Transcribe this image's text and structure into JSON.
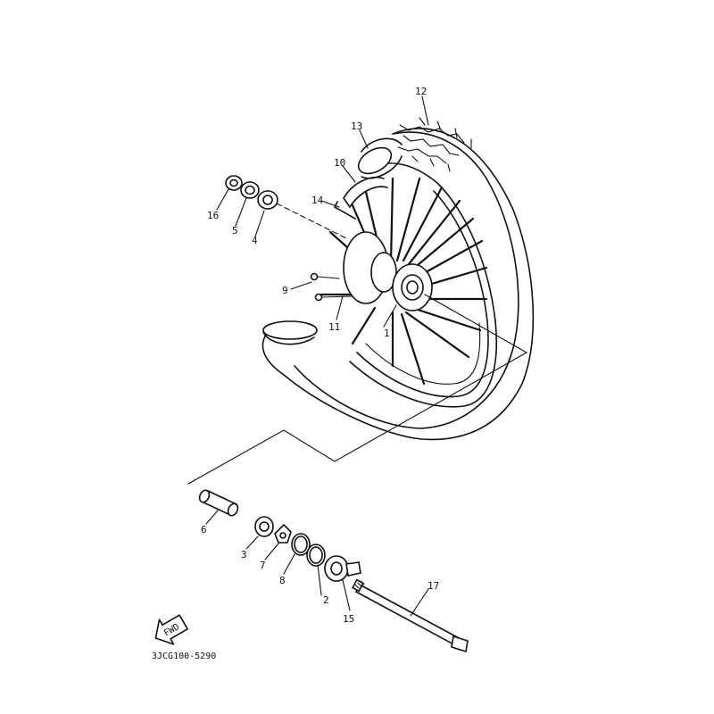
{
  "diagram": {
    "callouts": [
      {
        "id": "c1",
        "label": "1"
      },
      {
        "id": "c2",
        "label": "2"
      },
      {
        "id": "c3",
        "label": "3"
      },
      {
        "id": "c4",
        "label": "4"
      },
      {
        "id": "c5",
        "label": "5"
      },
      {
        "id": "c6",
        "label": "6"
      },
      {
        "id": "c7",
        "label": "7"
      },
      {
        "id": "c8",
        "label": "8"
      },
      {
        "id": "c9",
        "label": "9"
      },
      {
        "id": "c10",
        "label": "10"
      },
      {
        "id": "c11",
        "label": "11"
      },
      {
        "id": "c12",
        "label": "12"
      },
      {
        "id": "c13",
        "label": "13"
      },
      {
        "id": "c14",
        "label": "14"
      },
      {
        "id": "c15",
        "label": "15"
      },
      {
        "id": "c16",
        "label": "16"
      },
      {
        "id": "c17",
        "label": "17"
      }
    ],
    "fwd_label": "FWD",
    "diagram_code": "3JCG100-5290"
  }
}
